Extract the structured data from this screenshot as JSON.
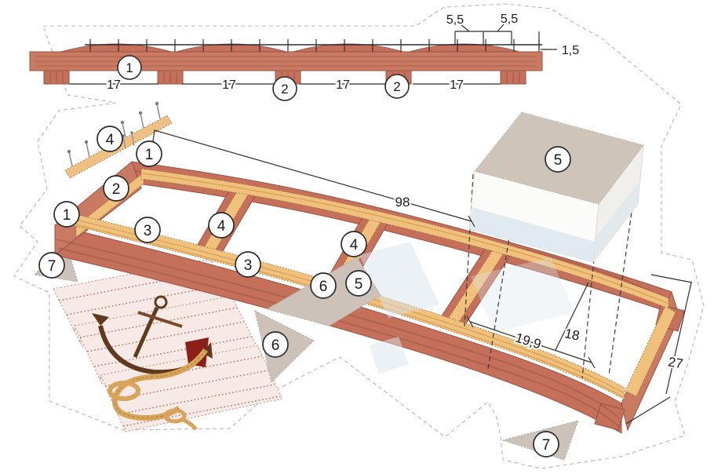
{
  "figure": {
    "kind": "model-assembly-diagram",
    "palette": {
      "wood_red": "#c4705a",
      "wood_red_dark": "#9a5342",
      "wood_tan": "#f0c17d",
      "wood_tan_dark": "#d49a4e",
      "panel_pink": "#f7eae6",
      "panel_stripe": "#b58a7c",
      "gray_part": "#ccc2b9",
      "box_top": "#cec4ba",
      "box_blue": "#d9e4ee",
      "anchor_brown": "#5f3a1c",
      "rope_gold": "#d7a459",
      "patch_red": "#8c2018",
      "cut_line": "#b7b7b7",
      "dim_line": "#2e2e2e"
    },
    "side_view": {
      "span_17_a": "17",
      "span_17_b": "17",
      "span_17_c": "17",
      "span_17_d": "17",
      "gap_55_a": "5,5",
      "gap_55_b": "5,5",
      "rail_15": "1,5",
      "labels": {
        "deck_1": "1",
        "pier_2a": "2",
        "pier_2b": "2"
      }
    },
    "exploded_view": {
      "length_98": "98",
      "opening_199": "19,9",
      "width_18": "18",
      "end_27": "27",
      "labels": {
        "strip_4": "4",
        "corner_1": "1",
        "rail_2": "2",
        "end_1": "1",
        "stringer_3a": "3",
        "cross_4a": "4",
        "stringer_3b": "3",
        "cross_4b": "4",
        "gusset_6": "6",
        "gusset_5": "5",
        "box_5": "5",
        "tri_7_left": "7",
        "tri_6_big": "6",
        "tri_7_right": "7"
      }
    }
  }
}
